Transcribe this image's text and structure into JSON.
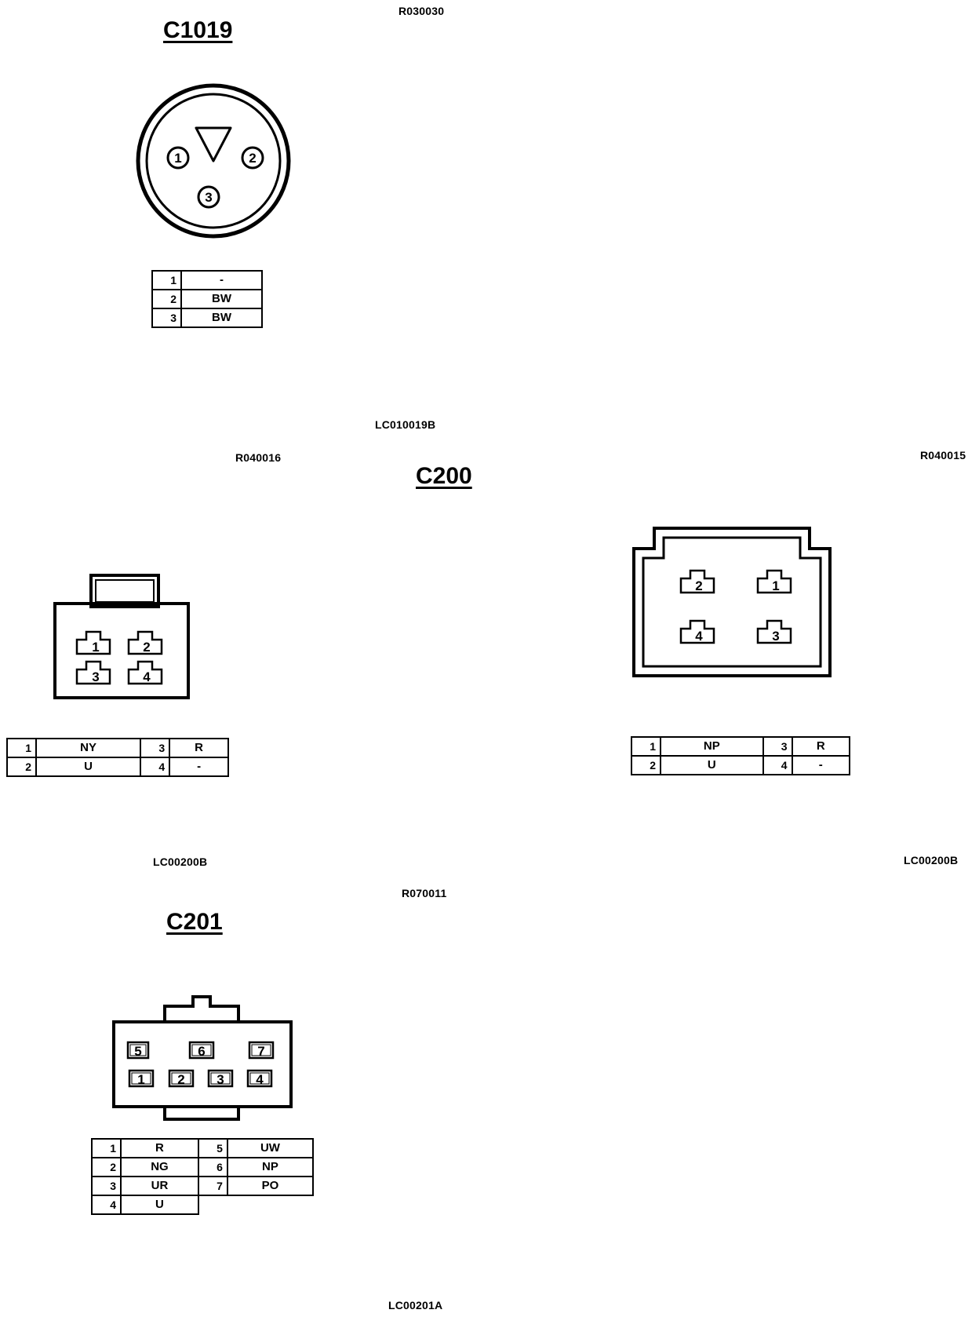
{
  "refs": {
    "r030030": "R030030",
    "lc010019b": "LC010019B",
    "r040016": "R040016",
    "r040015": "R040015",
    "lc00200b_left": "LC00200B",
    "lc00200b_right": "LC00200B",
    "r070011": "R070011",
    "lc00201a": "LC00201A"
  },
  "c1019": {
    "title": "C1019",
    "pins": [
      "1",
      "2",
      "3"
    ],
    "table": [
      {
        "pin": "1",
        "wire": "-"
      },
      {
        "pin": "2",
        "wire": "BW"
      },
      {
        "pin": "3",
        "wire": "BW"
      }
    ]
  },
  "c200": {
    "title": "C200",
    "left": {
      "pins": [
        "1",
        "2",
        "3",
        "4"
      ],
      "table": [
        {
          "pin_a": "1",
          "wire_a": "NY",
          "pin_b": "3",
          "wire_b": "R"
        },
        {
          "pin_a": "2",
          "wire_a": "U",
          "pin_b": "4",
          "wire_b": "-"
        }
      ]
    },
    "right": {
      "pins": [
        "2",
        "1",
        "4",
        "3"
      ],
      "table": [
        {
          "pin_a": "1",
          "wire_a": "NP",
          "pin_b": "3",
          "wire_b": "R"
        },
        {
          "pin_a": "2",
          "wire_a": "U",
          "pin_b": "4",
          "wire_b": "-"
        }
      ]
    }
  },
  "c201": {
    "title": "C201",
    "pins": [
      "5",
      "6",
      "7",
      "1",
      "2",
      "3",
      "4"
    ],
    "table": [
      {
        "pin_a": "1",
        "wire_a": "R",
        "pin_b": "5",
        "wire_b": "UW"
      },
      {
        "pin_a": "2",
        "wire_a": "NG",
        "pin_b": "6",
        "wire_b": "NP"
      },
      {
        "pin_a": "3",
        "wire_a": "UR",
        "pin_b": "7",
        "wire_b": "PO"
      },
      {
        "pin_a": "4",
        "wire_a": "U"
      }
    ]
  }
}
